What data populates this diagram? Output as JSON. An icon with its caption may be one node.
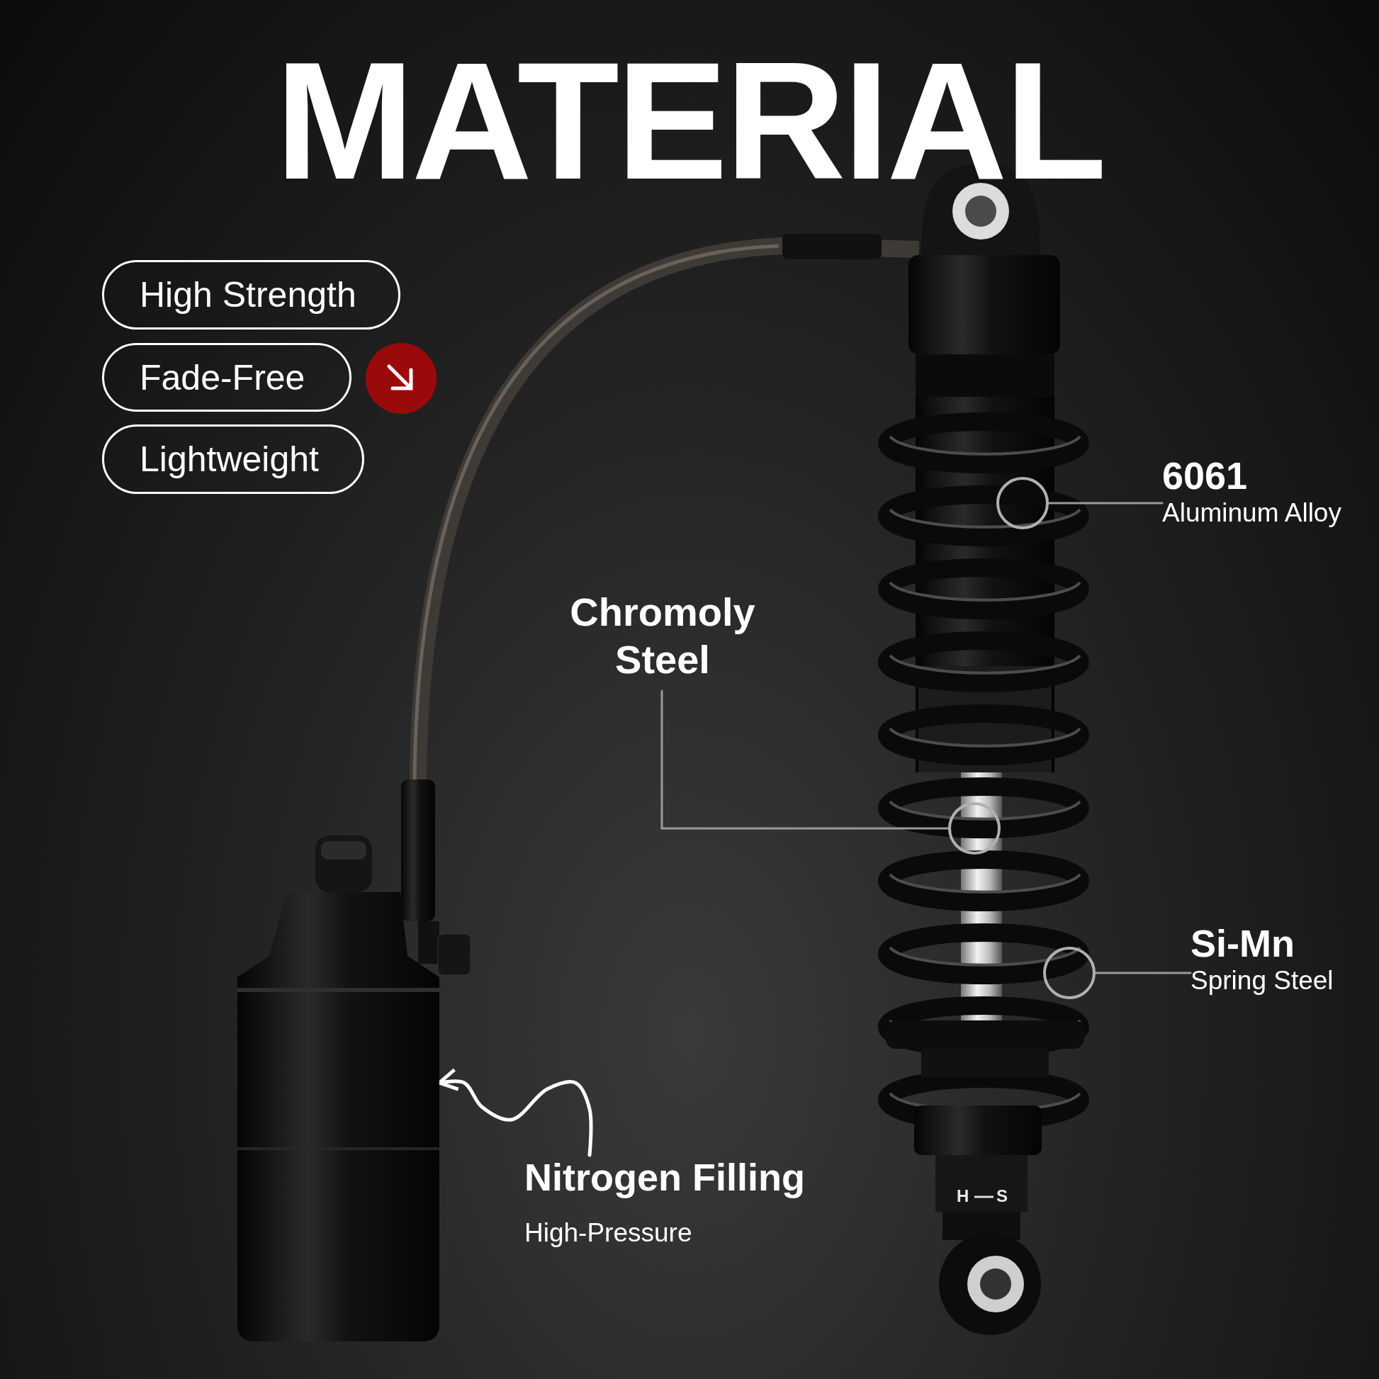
{
  "diagram": {
    "title": "MATERIAL",
    "nodes": [
      {
        "text": [
          "High Strength"
        ]
      },
      {
        "text": [
          "Fade-Free"
        ]
      },
      {
        "text": [
          "Lightweight"
        ]
      },
      {
        "text": [
          "6061",
          "Aluminum Alloy"
        ]
      },
      {
        "text": [],
        "shape": "circle"
      },
      {
        "text": [
          "Chromoly Steel"
        ]
      },
      {
        "text": [],
        "shape": "circle"
      },
      {
        "text": [
          "Si-Mn",
          "Spring Steel"
        ]
      },
      {
        "text": [],
        "shape": "circle"
      },
      {
        "text": [
          "Nitrogen Filling",
          "High-Pressure"
        ]
      },
      {
        "text": [],
        "shape": "picture"
      }
    ],
    "edges": [
      {
        "from": 3,
        "to": 4,
        "arrow": "none",
        "color": "#9a9a9a"
      },
      {
        "from": 5,
        "to": 6,
        "arrow": "none",
        "color": "#9a9a9a"
      },
      {
        "from": 7,
        "to": 8,
        "arrow": "none",
        "color": "#9a9a9a"
      },
      {
        "from": 9,
        "to": 10,
        "arrow": "to",
        "color": "#ffffff"
      }
    ],
    "labels": [
      "H",
      "S"
    ]
  }
}
